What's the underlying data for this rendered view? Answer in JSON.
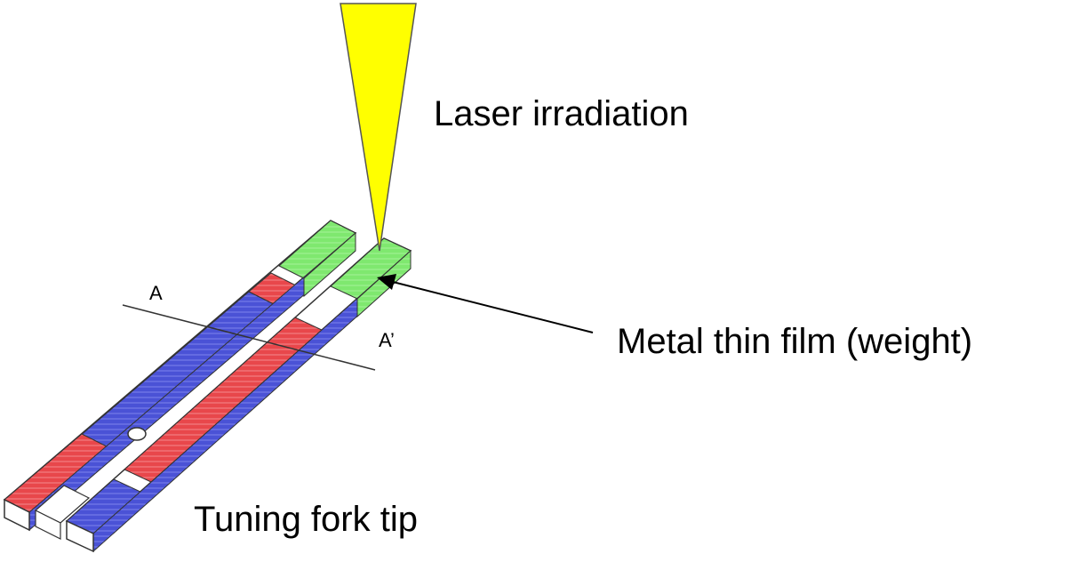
{
  "labels": {
    "laser": "Laser irradiation",
    "film": "Metal thin film (weight)",
    "tip": "Tuning fork tip",
    "section_a": "A",
    "section_a_prime": "A’"
  },
  "colors": {
    "laser": "#ffff00",
    "metal_film": "#7fe86f",
    "electrode_red": "#e8474b",
    "electrode_blue": "#4a52d6",
    "crystal": "#ffffff",
    "outline": "#333333"
  }
}
